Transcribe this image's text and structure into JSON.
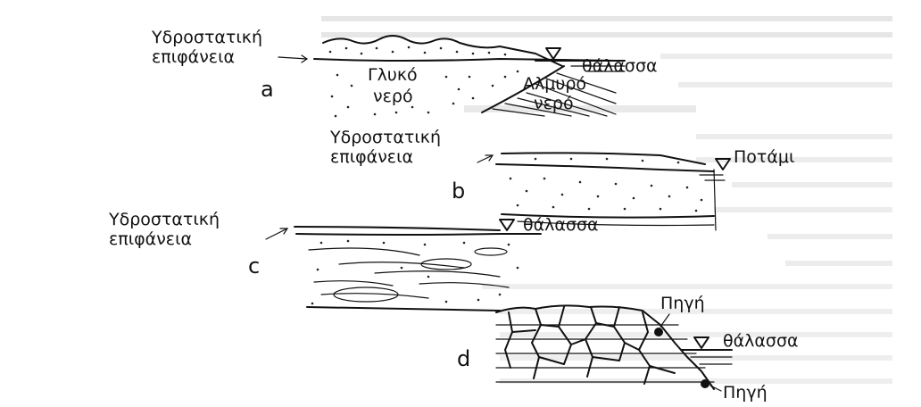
{
  "panels": [
    {
      "id": "a",
      "letter": "a",
      "left_label_line1": "Υδροστατική",
      "left_label_line2": "επιφάνεια",
      "right_label": "θάλασσα",
      "fresh_line1": "Γλυκό",
      "fresh_line2": "νερό",
      "salt_line1": "Αλμυρό",
      "salt_line2": "νερό"
    },
    {
      "id": "b",
      "letter": "b",
      "left_label_line1": "Υδροστατική",
      "left_label_line2": "επιφάνεια",
      "right_label": "Ποτάμι"
    },
    {
      "id": "c",
      "letter": "c",
      "left_label_line1": "Υδροστατική",
      "left_label_line2": "επιφάνεια",
      "right_label": "θάλασσα"
    },
    {
      "id": "d",
      "letter": "d",
      "spring_top": "Πηγή",
      "sea": "θάλασσα",
      "spring_bottom": "Πηγή"
    }
  ]
}
